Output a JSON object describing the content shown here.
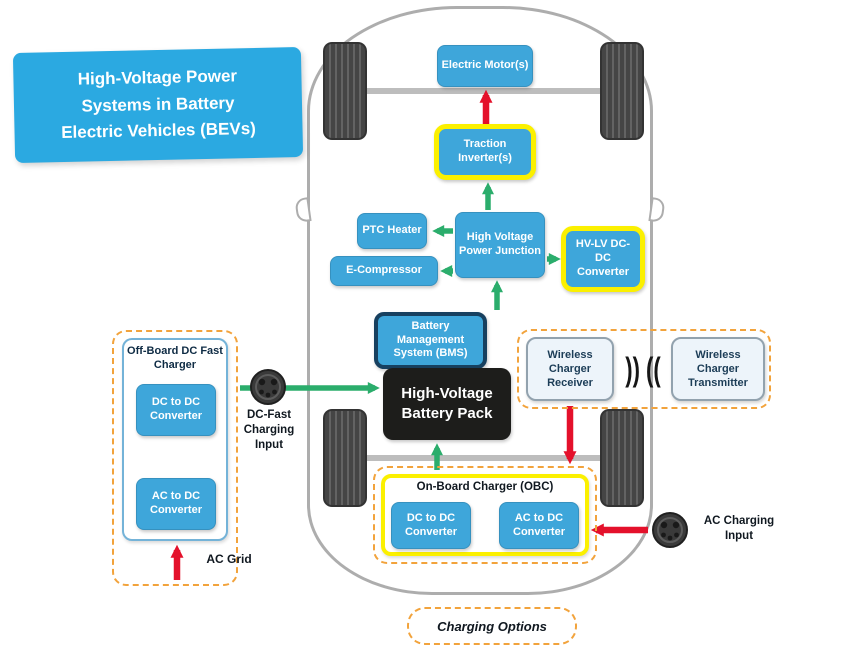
{
  "banner": {
    "title": "High-Voltage Power\nSystems in Battery\nElectric Vehicles (BEVs)"
  },
  "drivetrain": {
    "electric_motor": "Electric Motor(s)",
    "traction_inverter": "Traction Inverter(s)",
    "ptc_heater": "PTC Heater",
    "power_junction": "High Voltage Power Junction",
    "hvlv_converter": "HV-LV DC-DC Converter",
    "e_compressor": "E-Compressor",
    "bms": "Battery Management System (BMS)",
    "battery_pack": "High-Voltage Battery Pack"
  },
  "wireless": {
    "receiver": "Wireless Charger Receiver",
    "transmitter": "Wireless Charger Transmitter",
    "waves": ")) (("
  },
  "offboard_charger": {
    "title": "Off-Board DC Fast Charger",
    "dc_dc": "DC to DC Converter",
    "ac_dc": "AC to DC Converter",
    "ac_grid": "AC Grid"
  },
  "onboard_charger": {
    "title": "On-Board Charger (OBC)",
    "dc_dc": "DC to DC Converter",
    "ac_dc": "AC to DC Converter"
  },
  "inputs": {
    "dc_fast": "DC-Fast Charging Input",
    "ac": "AC Charging Input"
  },
  "legend": {
    "charging_options": "Charging Options"
  },
  "colors": {
    "box_blue": "#3EA6DA",
    "highlight_yellow": "#FBF000",
    "dashed_orange": "#F2A33C",
    "arrow_green": "#2BAD6C",
    "arrow_red": "#E4112B",
    "banner_blue": "#2BA9E1",
    "battery_black": "#1D1D1B",
    "bms_border": "#17405F"
  }
}
